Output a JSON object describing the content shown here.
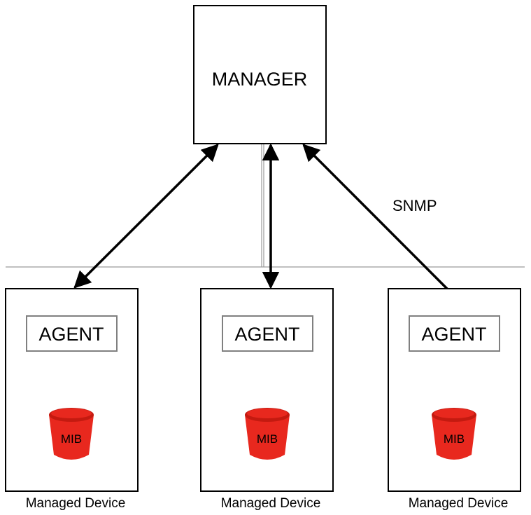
{
  "manager": {
    "label": "MANAGER"
  },
  "protocol": {
    "label": "SNMP"
  },
  "devices": [
    {
      "agent_label": "AGENT",
      "mib_label": "MIB",
      "caption": "Managed Device"
    },
    {
      "agent_label": "AGENT",
      "mib_label": "MIB",
      "caption": "Managed Device"
    },
    {
      "agent_label": "AGENT",
      "mib_label": "MIB",
      "caption": "Managed Device"
    }
  ],
  "colors": {
    "mib": "#e8281e",
    "mib_dark": "#c41a10",
    "line": "#000000",
    "divider": "#9a9a9a"
  }
}
